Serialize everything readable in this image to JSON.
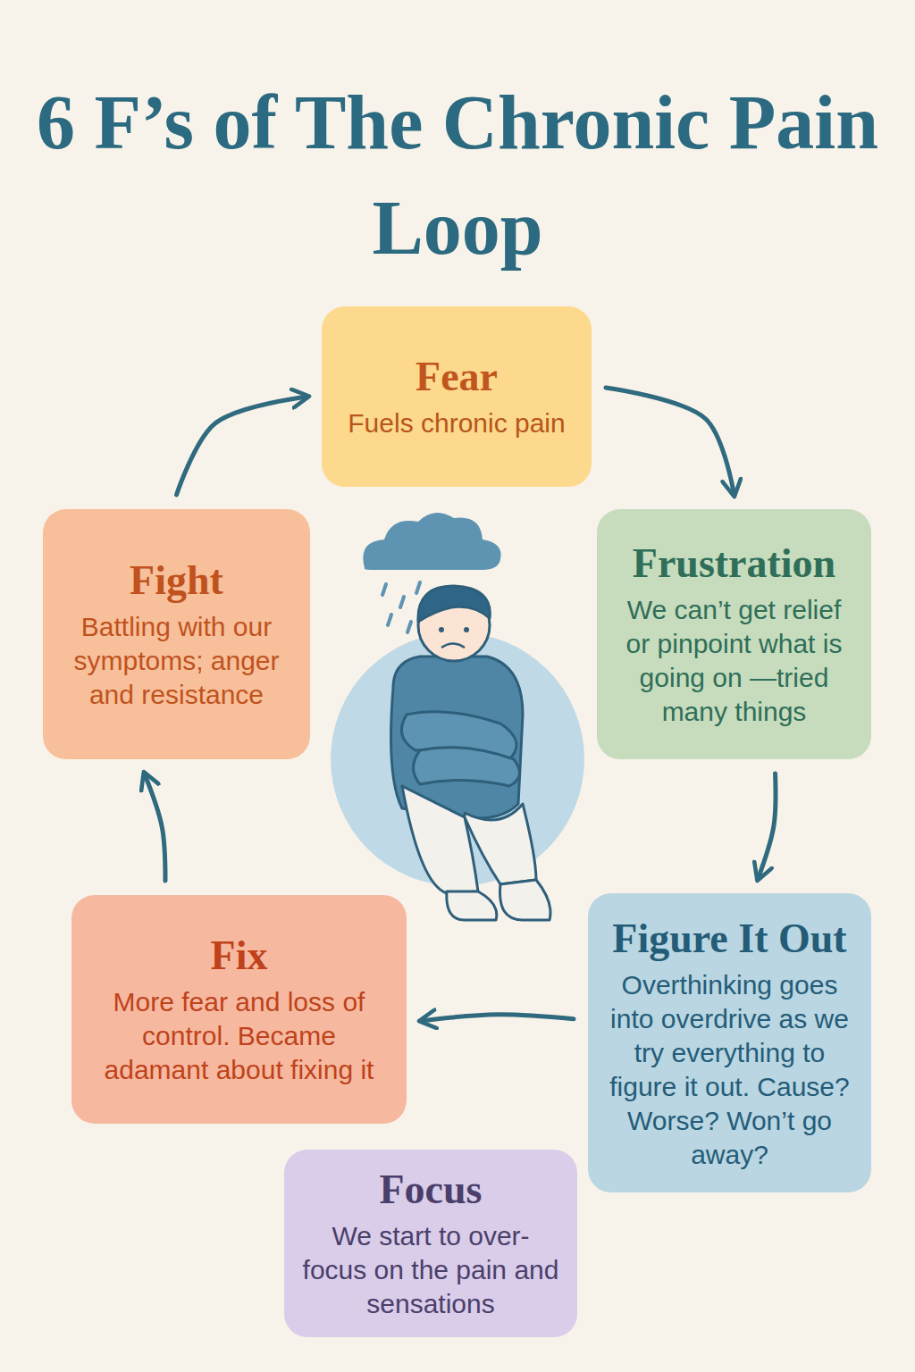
{
  "diagram": {
    "title": "6 F’s of The Chronic Pain Loop",
    "nodes": [
      {
        "text": [
          "Fear",
          "Fuels chronic pain"
        ]
      },
      {
        "text": [
          "Frustration",
          "We can’t get relief or pinpoint what is going on —tried many things"
        ]
      },
      {
        "text": [
          "Figure It Out",
          "Overthinking goes into overdrive as we try everything to figure it out. Cause? Worse? Won’t go away?"
        ]
      },
      {
        "text": [
          "Fix",
          "More fear and loss of control. Became adamant about fixing it"
        ]
      },
      {
        "text": [
          "Fight",
          "Battling with our symptoms; anger and resistance"
        ]
      },
      {
        "text": [
          "Focus",
          "We start to over-focus on the pain and sensations"
        ]
      }
    ],
    "edges": [
      {
        "from": 0,
        "to": 1,
        "arrow": "to"
      },
      {
        "from": 1,
        "to": 2,
        "arrow": "to"
      },
      {
        "from": 2,
        "to": 3,
        "arrow": "to"
      },
      {
        "from": 3,
        "to": 4,
        "arrow": "to"
      },
      {
        "from": 4,
        "to": 0,
        "arrow": "to"
      }
    ]
  }
}
